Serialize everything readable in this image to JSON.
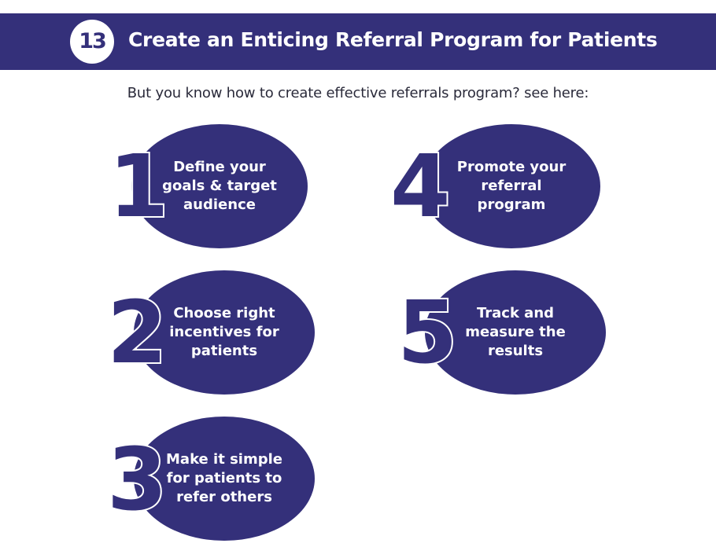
{
  "header": {
    "badge_number": "13",
    "title": "Create an Enticing Referral Program for Patients",
    "background_color": "#34307a"
  },
  "subtitle": "But you know how to create effective referrals program? see here:",
  "steps": [
    {
      "number": "1",
      "text": "Define your\ngoals & target\naudience"
    },
    {
      "number": "2",
      "text": "Choose right\nincentives for\npatients"
    },
    {
      "number": "3",
      "text": "Make it simple\nfor patients to\nrefer others"
    },
    {
      "number": "4",
      "text": "Promote your\nreferral\nprogram"
    },
    {
      "number": "5",
      "text": "Track and\nmeasure the\nresults"
    }
  ]
}
